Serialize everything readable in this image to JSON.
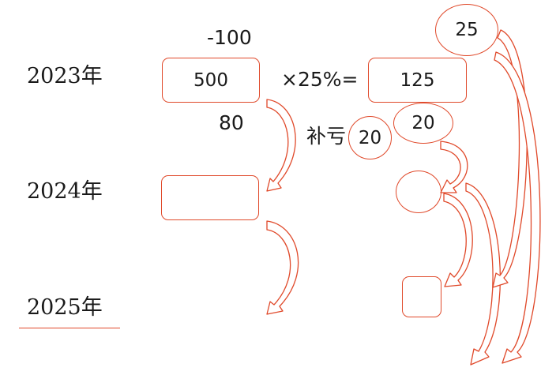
{
  "years": {
    "y2023": "2023年",
    "y2024": "2024年",
    "y2025": "2025年"
  },
  "labels": {
    "minus100": "-100",
    "plus80": "80",
    "times_rate": "×25%=",
    "loss_prefix": "补亏",
    "loss_value": "20"
  },
  "boxes": {
    "income_2023": "500",
    "income_2024": "",
    "result_2023": "125",
    "result_2025": ""
  },
  "ellipses": {
    "top_value": "25",
    "mid_value": "20",
    "mid_2024": ""
  },
  "colors": {
    "accent": "#e0492a"
  }
}
